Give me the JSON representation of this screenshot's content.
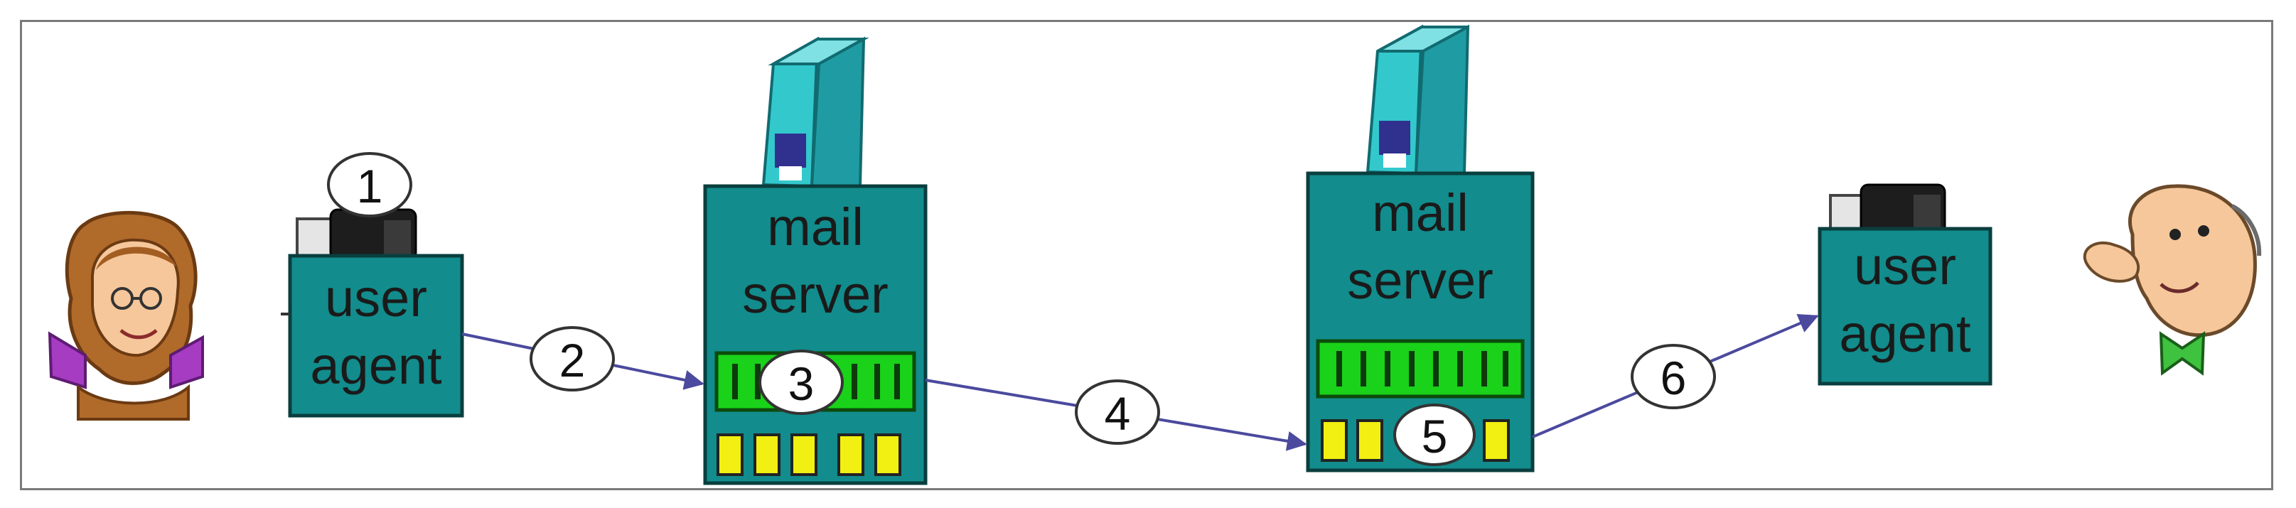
{
  "diagram": {
    "labels": {
      "user_agent_left": [
        "user",
        "agent"
      ],
      "mail_server_left": [
        "mail",
        "server"
      ],
      "mail_server_right": [
        "mail",
        "server"
      ],
      "user_agent_right": [
        "user",
        "agent"
      ]
    },
    "steps": [
      "1",
      "2",
      "3",
      "4",
      "5",
      "6"
    ],
    "icons": {
      "sender": "sender-person-icon",
      "receiver": "receiver-person-icon",
      "sender_ua_computer": "computer-icon",
      "receiver_ua_computer": "computer-icon",
      "server_left_tower": "server-tower-icon",
      "server_right_tower": "server-tower-icon"
    },
    "colors": {
      "box_fill": "#128c8c",
      "box_stroke": "#0a3e3e",
      "queue_green": "#19d219",
      "queue_yellow": "#f2ef12",
      "tower_cyan": "#33c8cc",
      "tower_dark": "#1f9ca3",
      "arrow": "#4b4a9e",
      "frame": "#7a7a7a"
    }
  }
}
